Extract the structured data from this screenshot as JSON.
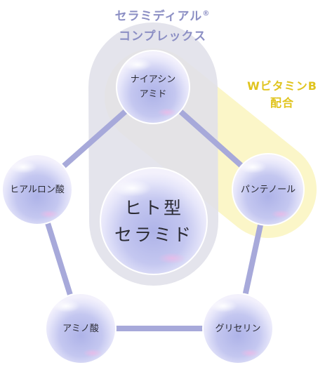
{
  "heading": {
    "line1": "セラミディアル",
    "line1_mark": "®",
    "line2": "コンプレックス"
  },
  "highlight": {
    "line1": "WビタミンB",
    "line2": "配合"
  },
  "center": {
    "line1": "ヒト型",
    "line2": "セラミド"
  },
  "nodes": [
    {
      "id": "niacinamide",
      "line1": "ナイアシン",
      "line2": "アミド"
    },
    {
      "id": "panthenol",
      "line1": "パンテノール",
      "line2": ""
    },
    {
      "id": "glycerin",
      "line1": "グリセリン",
      "line2": ""
    },
    {
      "id": "amino-acid",
      "line1": "アミノ酸",
      "line2": ""
    },
    {
      "id": "hyaluronic-acid",
      "line1": "ヒアルロン酸",
      "line2": ""
    }
  ],
  "colors": {
    "heading": "#8c8fc4",
    "highlight_text": "#e0c41e",
    "highlight_band": "#fbf6c8",
    "capsule": "#e2e2ea",
    "pentagon_line": "#a7a9da",
    "sphere": "#c9cdf0"
  }
}
